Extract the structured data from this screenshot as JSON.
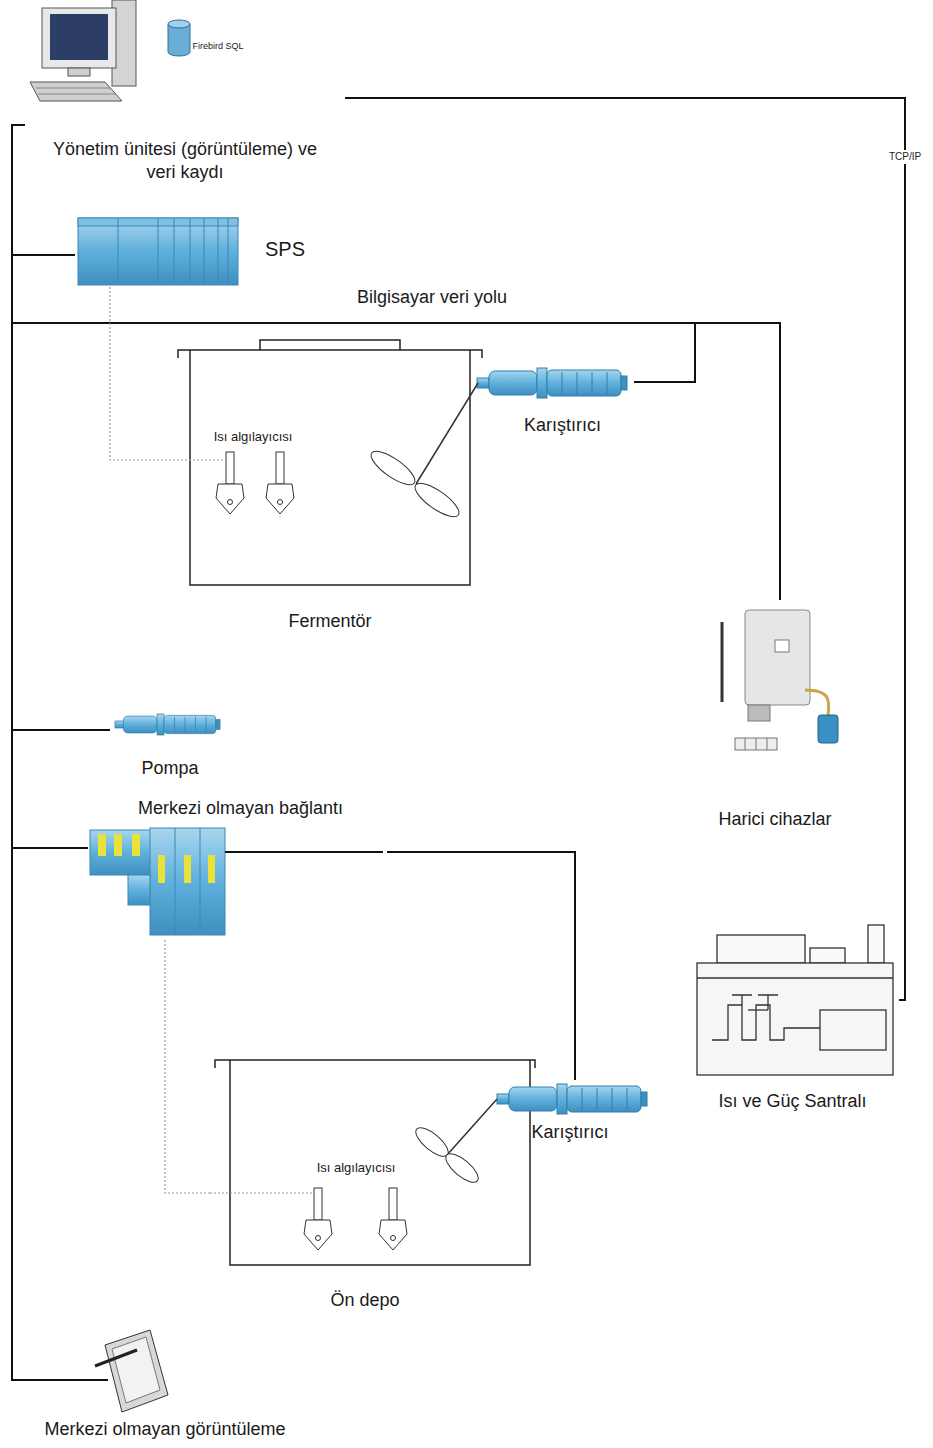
{
  "diagram": {
    "nodes": [
      {
        "text": [
          "Yönetim ünitesi (görüntüleme) ve veri kaydı"
        ]
      },
      {
        "text": [
          "SPS"
        ]
      },
      {
        "text": [
          "Fermentör"
        ]
      },
      {
        "text": [
          "Karıştırıcı"
        ]
      },
      {
        "text": [
          "Pompa"
        ]
      },
      {
        "text": [
          "Harici cihazlar"
        ]
      },
      {
        "text": [
          "Merkezi olmayan bağlantı"
        ]
      },
      {
        "text": [
          "Isı ve Güç Santralı"
        ]
      },
      {
        "text": [
          "Karıştırıcı"
        ]
      },
      {
        "text": [
          "Ön depo"
        ]
      },
      {
        "text": [
          "Merkezi olmayan görüntüleme"
        ]
      }
    ],
    "edges": [
      {
        "from": 0,
        "to": 1,
        "arrow": "none"
      },
      {
        "from": 0,
        "to": 3,
        "arrow": "none"
      },
      {
        "from": 0,
        "to": 5,
        "arrow": "none"
      },
      {
        "from": 0,
        "to": 4,
        "arrow": "none"
      },
      {
        "from": 0,
        "to": 6,
        "arrow": "none"
      },
      {
        "from": 0,
        "to": 10,
        "arrow": "none"
      },
      {
        "from": 6,
        "to": 8,
        "arrow": "none"
      },
      {
        "from": 0,
        "to": 7,
        "label": "TCP/IP",
        "arrow": "none"
      },
      {
        "from": 1,
        "to": 2,
        "arrow": "none"
      },
      {
        "from": 6,
        "to": 9,
        "arrow": "none"
      }
    ],
    "labels": [
      "Firebird SQL",
      "Bilgisayar veri yolu",
      "Isı algılayıcısı",
      "Isı algılayıcısı"
    ]
  }
}
